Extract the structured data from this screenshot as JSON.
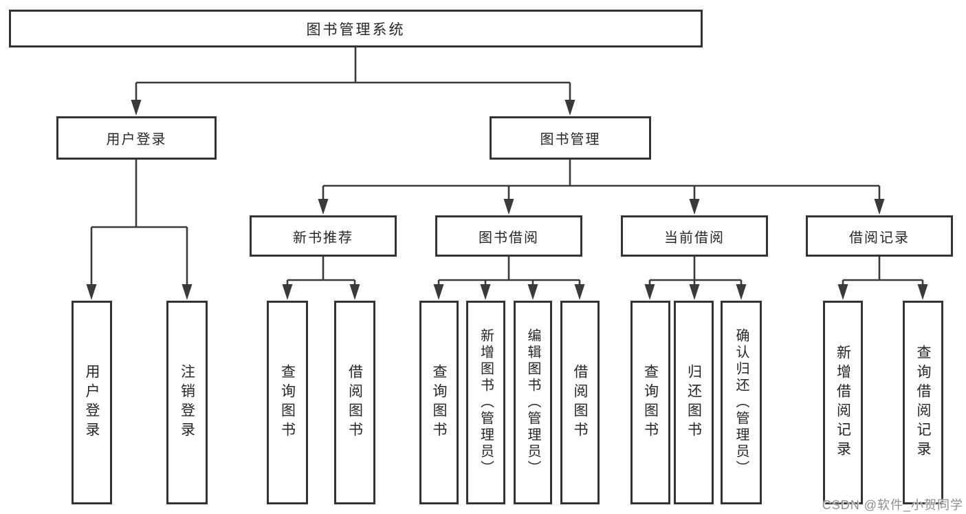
{
  "diagram": {
    "type": "hierarchy-diagram",
    "colors": {
      "background": "#ffffff",
      "line": "#3a3a3a",
      "box_border": "#333333",
      "text": "#262626",
      "watermark_text": "#8f8f8f"
    },
    "watermark": "CSDN @软件_小贺同学"
  },
  "nodes": {
    "root": "图书管理系统",
    "userLogin": "用户登录",
    "bookMgmt": "图书管理",
    "newBooks": "新书推荐",
    "bookBorrow": "图书借阅",
    "currentBorrow": "当前借阅",
    "borrowRecords": "借阅记录",
    "leafUserLogin": "用户登录",
    "leafLogout": "注销登录",
    "leafQueryBooks1": "查询图书",
    "leafBorrowBooks1": "借阅图书",
    "leafQueryBooks2": "查询图书",
    "leafAddBookAdmin": "新增图书（管理员）",
    "leafEditBookAdmin": "编辑图书（管理员）",
    "leafBorrowBooks2": "借阅图书",
    "leafQueryBooks3": "查询图书",
    "leafReturnBook": "归还图书",
    "leafConfirmReturnAdmin": "确认归还（管理员）",
    "leafAddBorrowRecord": "新增借阅记录",
    "leafQueryBorrowRecord": "查询借阅记录"
  },
  "tree": {
    "label": "图书管理系统",
    "children": [
      {
        "label": "用户登录",
        "children": [
          {
            "label": "用户登录"
          },
          {
            "label": "注销登录"
          }
        ]
      },
      {
        "label": "图书管理",
        "children": [
          {
            "label": "新书推荐",
            "children": [
              {
                "label": "查询图书"
              },
              {
                "label": "借阅图书"
              }
            ]
          },
          {
            "label": "图书借阅",
            "children": [
              {
                "label": "查询图书"
              },
              {
                "label": "新增图书（管理员）"
              },
              {
                "label": "编辑图书（管理员）"
              },
              {
                "label": "借阅图书"
              }
            ]
          },
          {
            "label": "当前借阅",
            "children": [
              {
                "label": "查询图书"
              },
              {
                "label": "归还图书"
              },
              {
                "label": "确认归还（管理员）"
              }
            ]
          },
          {
            "label": "借阅记录",
            "children": [
              {
                "label": "新增借阅记录"
              },
              {
                "label": "查询借阅记录"
              }
            ]
          }
        ]
      }
    ]
  }
}
